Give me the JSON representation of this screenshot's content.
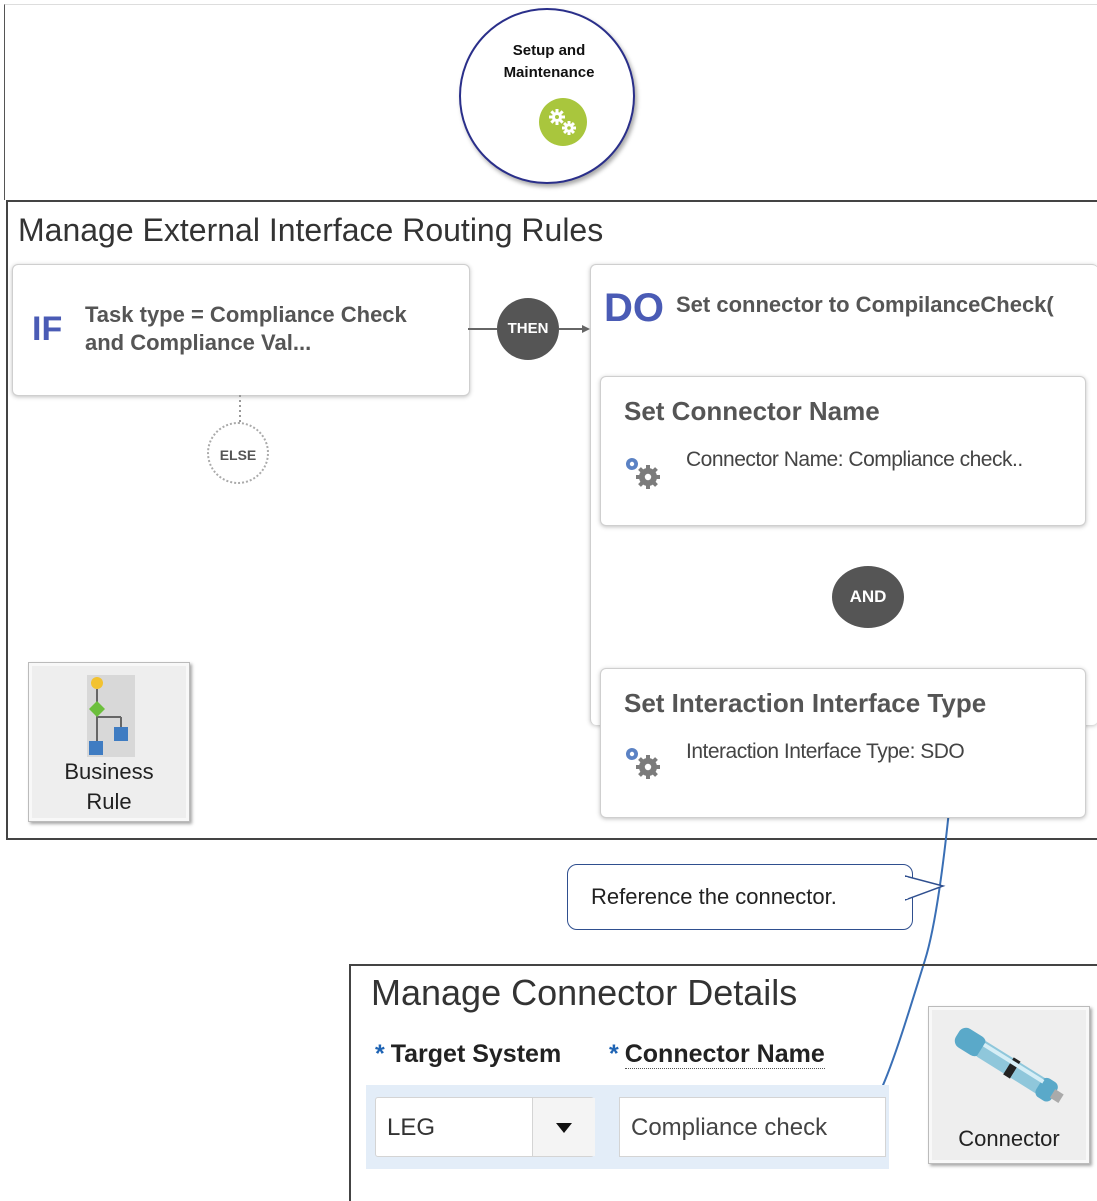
{
  "setup": {
    "title_line1": "Setup and",
    "title_line2": "Maintenance",
    "icon": "gears-icon"
  },
  "rules": {
    "title": "Manage External Interface Routing Rules",
    "if_keyword": "IF",
    "if_condition_line1": "Task type = Compliance Check",
    "if_condition_line2": "and Compliance Val...",
    "then_label": "THEN",
    "else_label": "ELSE",
    "do_keyword": "DO",
    "do_summary": "Set connector to CompilanceCheck(",
    "action1": {
      "title": "Set Connector Name",
      "detail": "Connector Name: Compliance check.."
    },
    "and_label": "AND",
    "action2": {
      "title": "Set Interaction Interface Type",
      "detail": "Interaction Interface Type: SDO"
    },
    "business_rule": {
      "line1": "Business",
      "line2": "Rule",
      "icon": "business-rule-icon"
    }
  },
  "callout": {
    "text": "Reference  the connector."
  },
  "connector_details": {
    "title": "Manage Connector Details",
    "required_marker": "*",
    "target_system_label": "Target System",
    "connector_name_label": "Connector Name",
    "target_system_value": "LEG",
    "connector_name_value": "Compliance check",
    "connector_button_label": "Connector",
    "connector_icon": "connector-cable-icon"
  },
  "colors": {
    "keyword_blue": "#4a5bb5",
    "setup_green": "#a9c63d",
    "arrow_blue": "#3a6fb5",
    "badge_gray": "#555555"
  }
}
